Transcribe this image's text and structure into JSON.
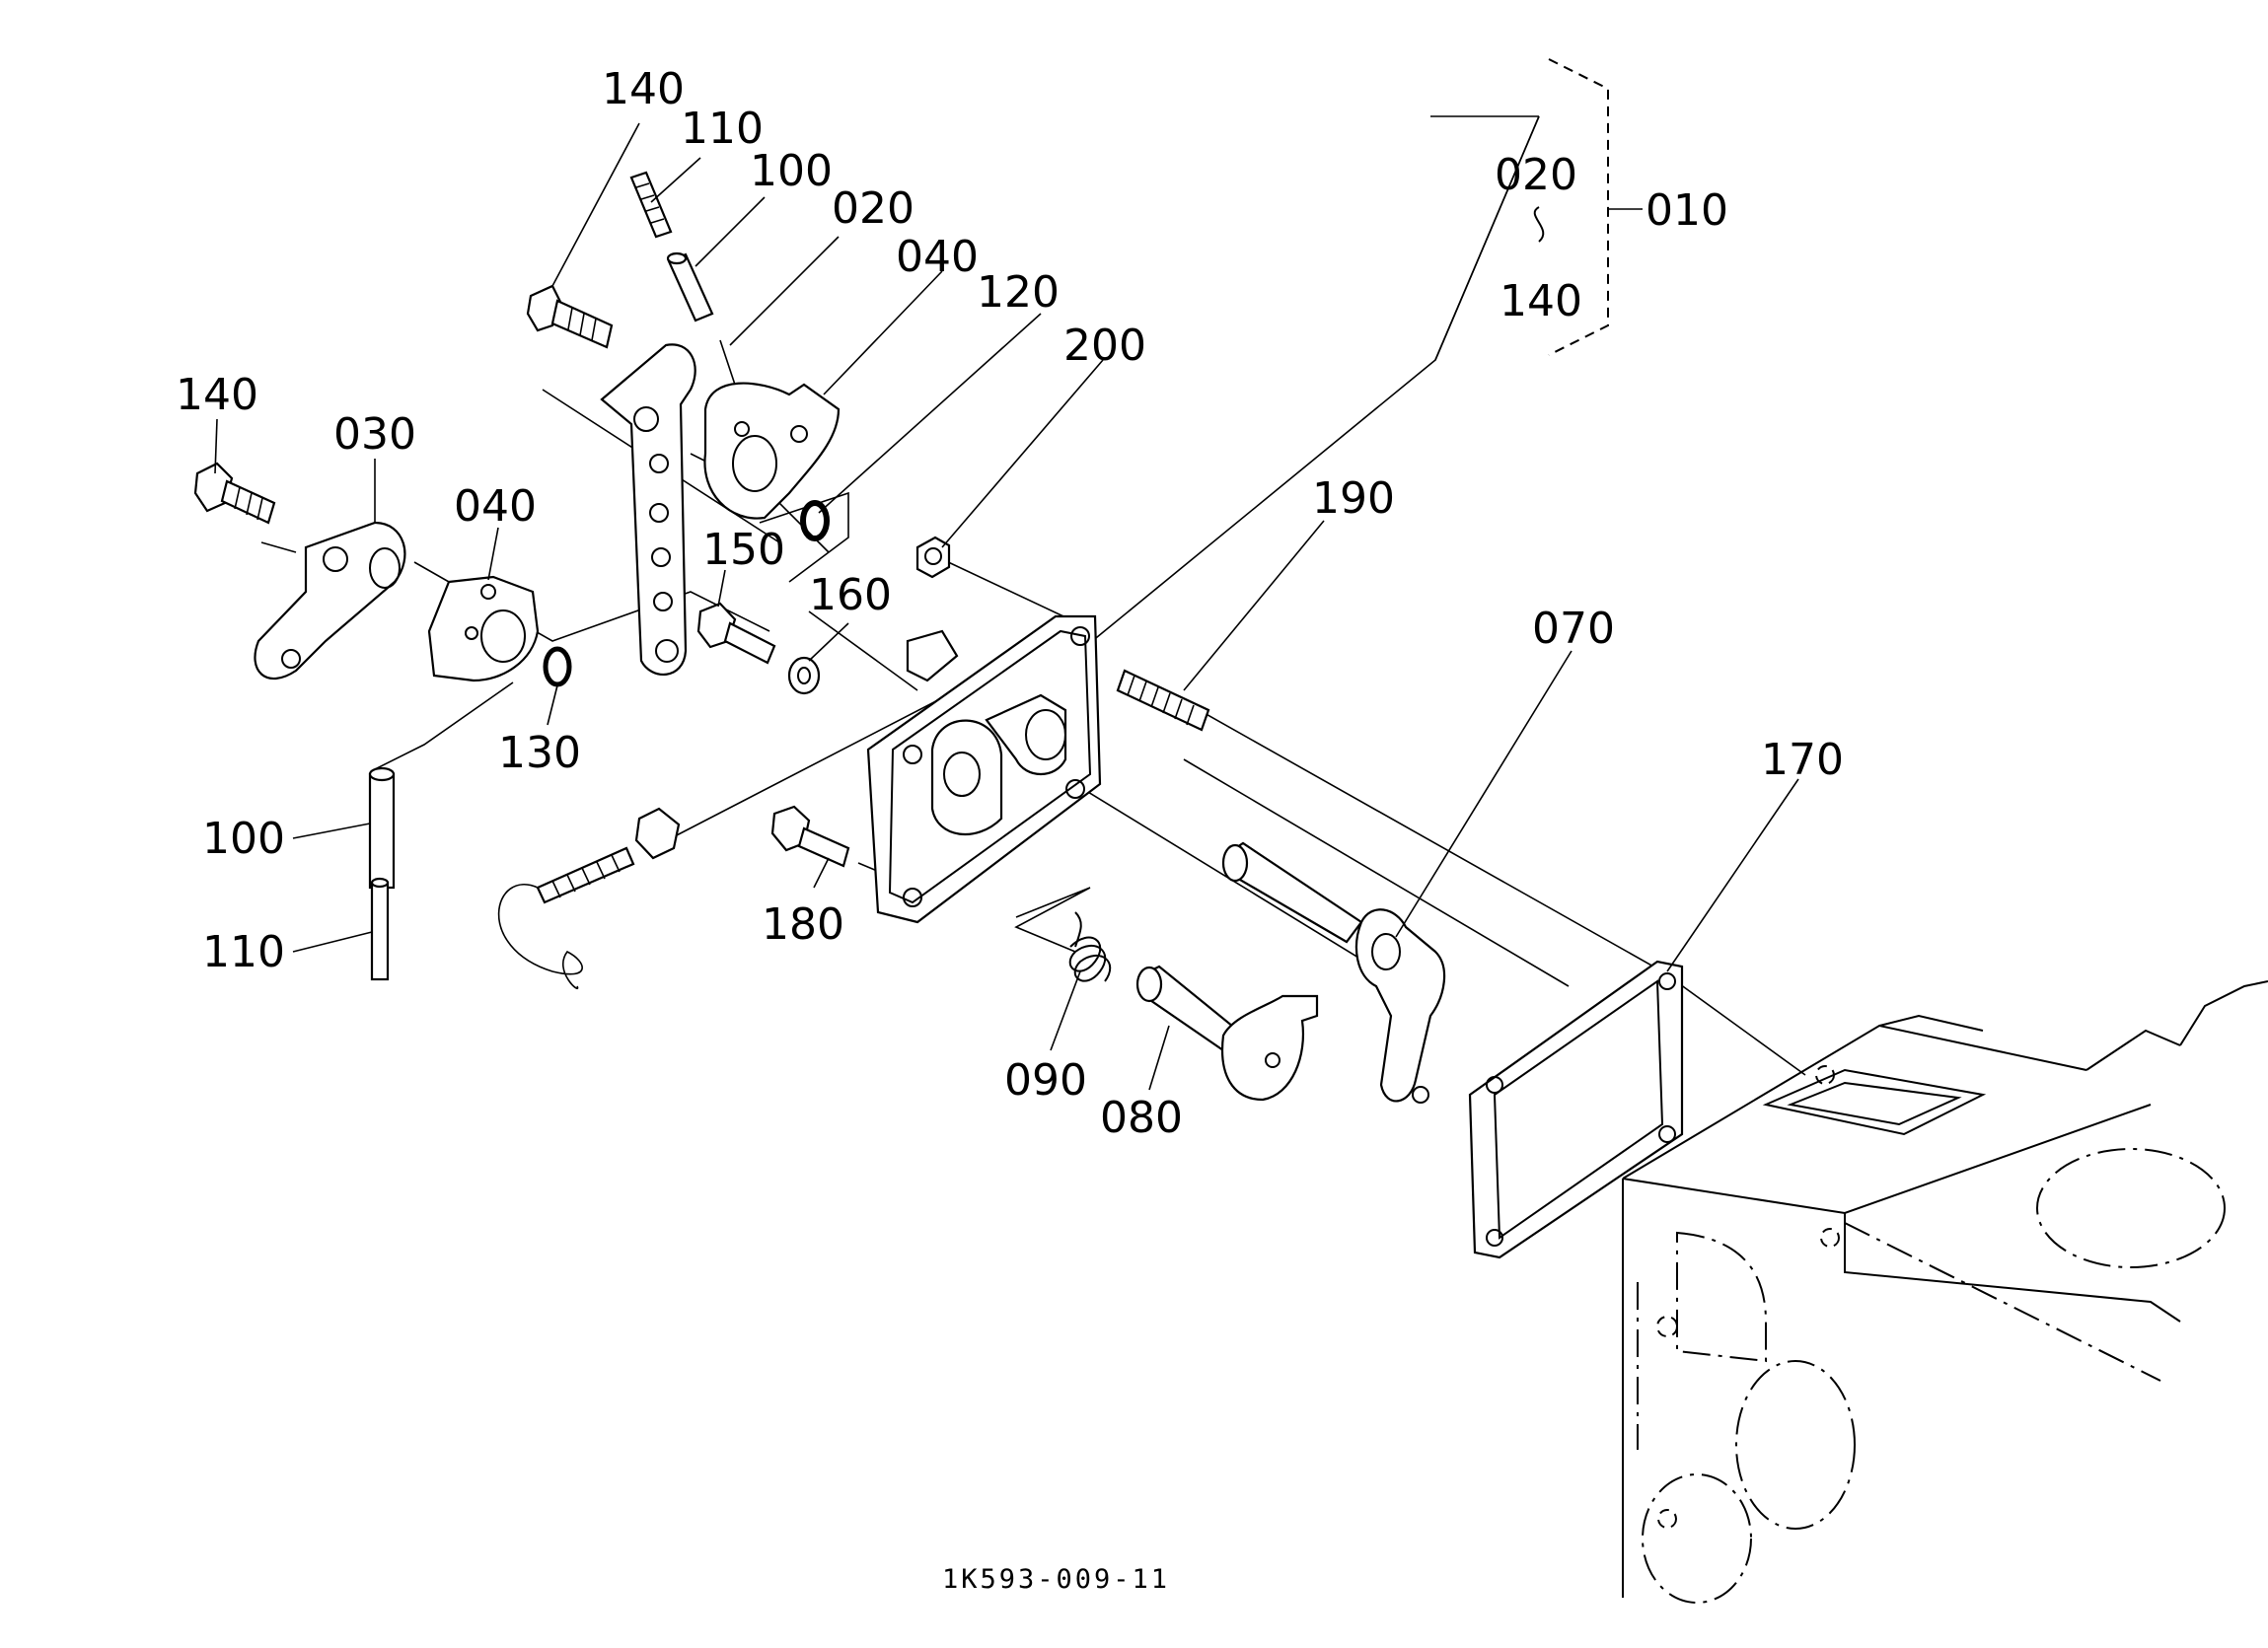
{
  "diagram": {
    "drawing_number": "1K593-009-11",
    "labels": {
      "p140_top": "140",
      "p110_top": "110",
      "p100_top": "100",
      "p020": "020",
      "p040_top": "040",
      "p120": "120",
      "p200": "200",
      "p140_left": "140",
      "p030": "030",
      "p040_left": "040",
      "p150": "150",
      "p160": "160",
      "p130": "130",
      "p190": "190",
      "p070": "070",
      "p170": "170",
      "p100_left": "100",
      "p110_left": "110",
      "p180": "180",
      "p090": "090",
      "p080": "080",
      "bracket_from": "020",
      "bracket_tilde": "~",
      "bracket_to": "140",
      "bracket_assembly": "010"
    }
  }
}
